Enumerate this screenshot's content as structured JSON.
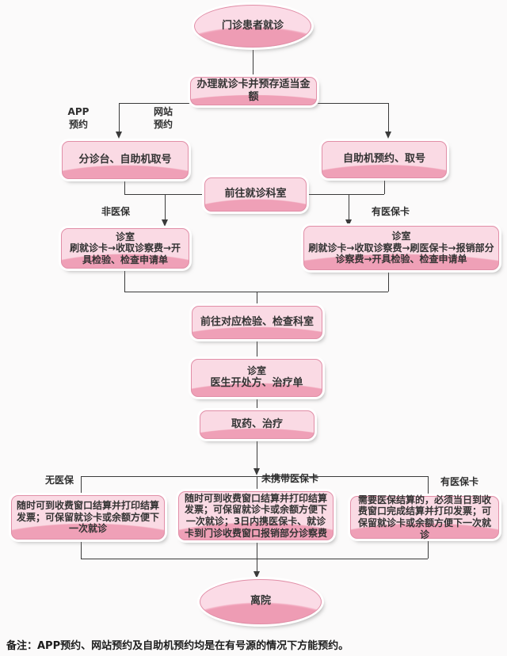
{
  "colors": {
    "node_body": "#efa0b7",
    "node_highlight": "#fadae4",
    "node_border": "#e18ea7",
    "outer_ring": "#ffffff",
    "connector": "#3a3a3a",
    "text": "#333333",
    "background": "#fbfafa"
  },
  "flow": {
    "start": {
      "label": "门诊患者就诊"
    },
    "register": {
      "label": "办理就诊卡并预存适当金额"
    },
    "app_label": "APP\n预约",
    "web_label": "网站\n预约",
    "triage": {
      "label": "分诊台、自助机取号"
    },
    "kiosk": {
      "label": "自助机预约、取号"
    },
    "go_dept": {
      "label": "前往就诊科室"
    },
    "no_insurance_label": "非医保",
    "has_card_label": "有医保卡",
    "room_left": {
      "title": "诊室",
      "body": "刷就诊卡→收取诊察费→开具检验、检查申请单"
    },
    "room_right": {
      "title": "诊室",
      "body": "刷就诊卡→收取诊察费→刷医保卡→报销部分诊察费→开具检验、检查申请单"
    },
    "go_lab": {
      "label": "前往对应检验、检查科室"
    },
    "room_mid": {
      "title": "诊室",
      "body": "医生开处方、治疗单"
    },
    "pharmacy": {
      "label": "取药、治疗"
    },
    "branch_no_insurance": "无医保",
    "branch_no_card": "未携带医保卡",
    "branch_has_card": "有医保卡",
    "pay_left": {
      "label": "随时可到收费窗口结算并打印结算发票；可保留就诊卡或余额方便下一次就诊"
    },
    "pay_mid": {
      "label": "随时可到收费窗口结算并打印结算发票；可保留就诊卡或余额方便下一次就诊；3日内携医保卡、就诊卡到门诊收费窗口报销部分诊察费"
    },
    "pay_right": {
      "label": "需要医保结算的，必须当日到收费窗口完成结算并打印发票；可保留就诊卡或余额方便下一次就诊"
    },
    "end": {
      "label": "离院"
    }
  },
  "note": "备注：APP预约、网站预约及自助机预约均是在有号源的情况下方能预约。"
}
